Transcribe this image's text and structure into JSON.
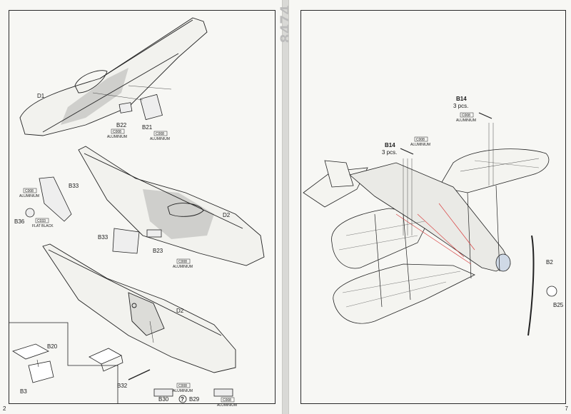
{
  "kit_number": "8474",
  "left_page": {
    "page_number": "2",
    "labels": {
      "d1": "D1",
      "b22": "B22",
      "b21": "B21",
      "c008_a": "C008",
      "alum_a": "ALUMINIUM",
      "c008_b": "C008",
      "alum_b": "ALUMINIUM",
      "b33_top": "B33",
      "c008_c": "C008",
      "alum_c": "ALUMINIUM",
      "c033": "C033",
      "flat_black": "FLAT BLACK",
      "b36": "B36",
      "d2_top": "D2",
      "b33_mid": "B33",
      "b23": "B23",
      "c008_d": "C008",
      "alum_d": "ALUMINIUM",
      "d2_bottom": "D2",
      "b20": "B20",
      "b3": "B3",
      "b32": "B32",
      "c008_e": "C008",
      "alum_e": "ALUMINIUM",
      "b30": "B30",
      "qmark": "?",
      "b29": "B29",
      "c008_f": "C008",
      "alum_f": "ALUMINIUM"
    }
  },
  "right_page": {
    "page_number": "7",
    "labels": {
      "b14_top": "B14",
      "pcs_top": "3 pcs.",
      "c008_top": "C008",
      "alum_top": "ALUMINIUM",
      "b14_left": "B14",
      "pcs_left": "3 pcs.",
      "c008_left": "C008",
      "alum_left": "ALUMINIUM",
      "b2": "B2",
      "b25": "B25"
    }
  }
}
